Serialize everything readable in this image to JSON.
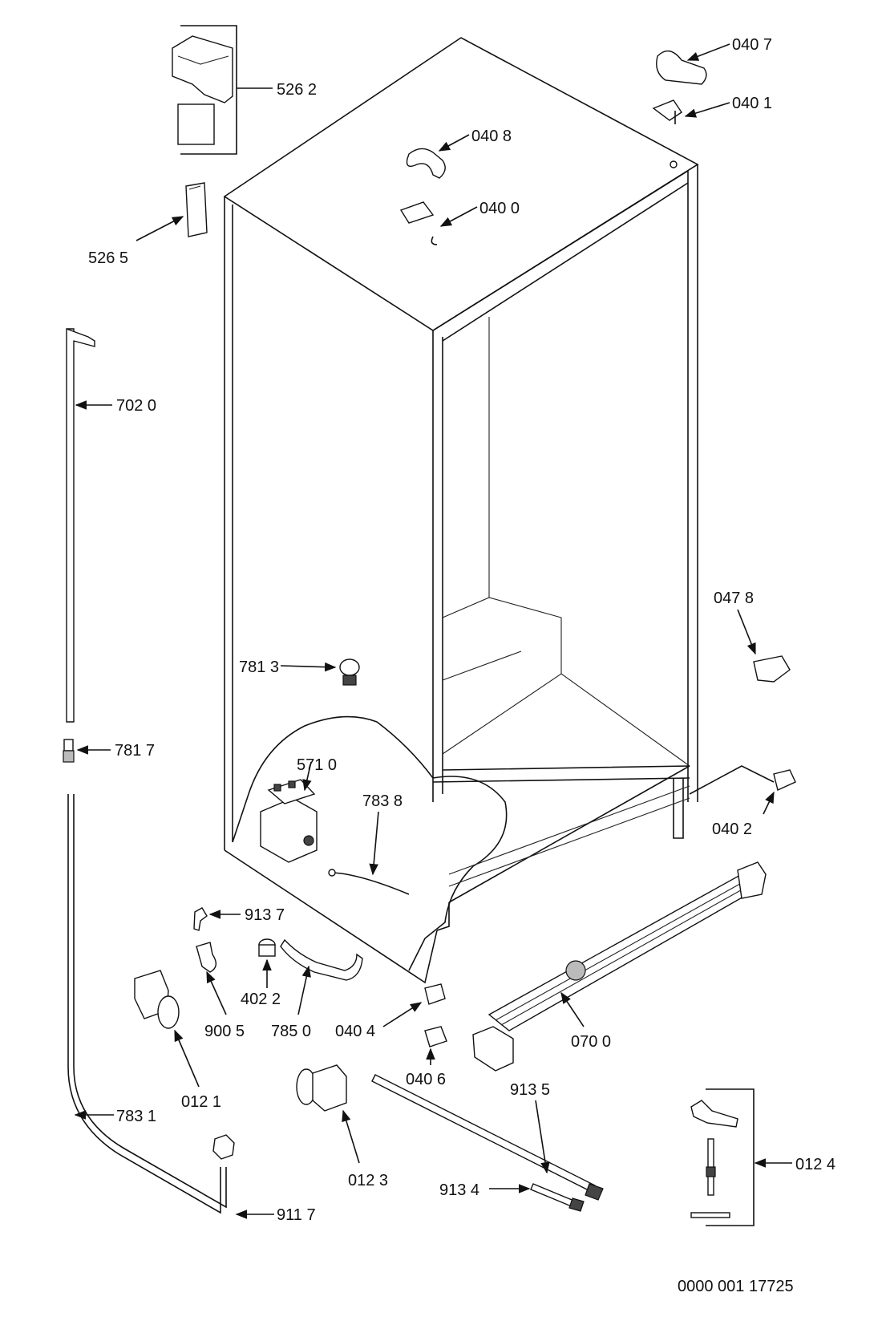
{
  "callouts": {
    "c5262": "526 2",
    "c5265": "526 5",
    "c0407": "040 7",
    "c0401": "040 1",
    "c0408": "040 8",
    "c0400": "040 0",
    "c7020": "702 0",
    "c0478": "047 8",
    "c7813": "781 3",
    "c7817": "781 7",
    "c5710": "571 0",
    "c7838": "783 8",
    "c0402": "040 2",
    "c9137": "913 7",
    "c4022": "402 2",
    "c9005": "900 5",
    "c7850": "785 0",
    "c0404": "040 4",
    "c0700": "070 0",
    "c0121": "012 1",
    "c0406": "040 6",
    "c7831": "783 1",
    "c9135": "913 5",
    "c0124": "012 4",
    "c0123": "012 3",
    "c9117": "911 7",
    "c9134": "913 4"
  },
  "drawing_number": "0000 001 17725"
}
